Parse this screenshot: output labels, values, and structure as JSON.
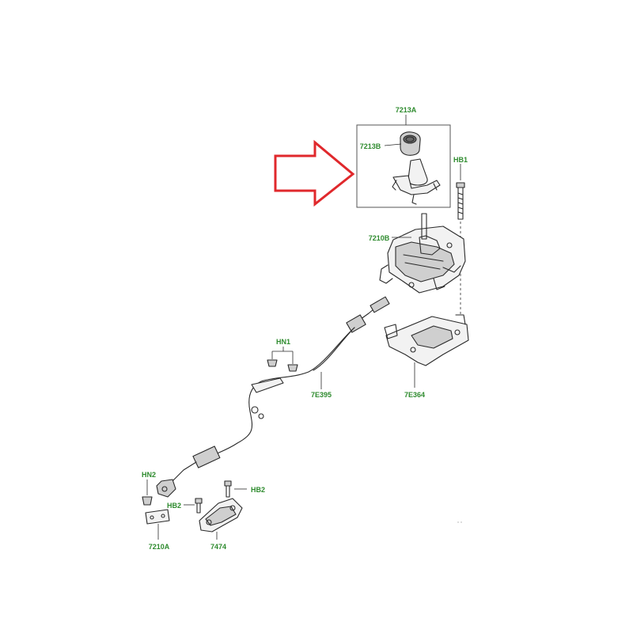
{
  "colors": {
    "label_green": "#2e8b2e",
    "arrow_red": "#e0282c",
    "line": "#2a2a2a"
  },
  "labels": {
    "p7213A": "7213A",
    "p7213B": "7213B",
    "pHB1": "HB1",
    "p7210B": "7210B",
    "pHN1": "HN1",
    "p7E395": "7E395",
    "p7E364": "7E364",
    "pHN2": "HN2",
    "pHB2a": "HB2",
    "pHB2b": "HB2",
    "p7210A": "7210A",
    "p7474": "7474"
  },
  "annotations": {
    "highlight_arrow": "red-outline-arrow"
  }
}
